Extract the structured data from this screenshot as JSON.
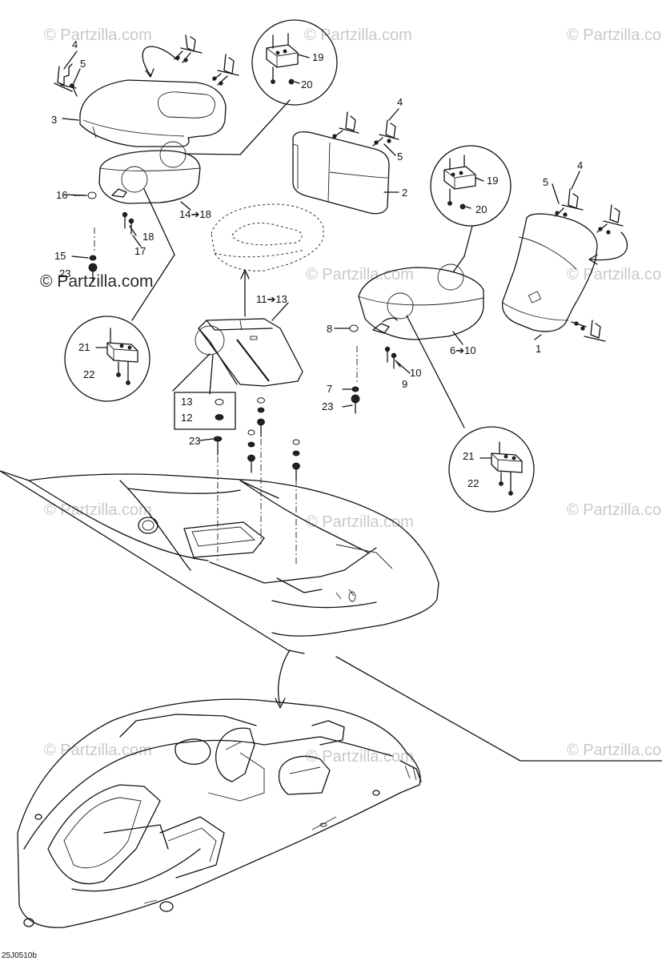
{
  "watermark": "© Partzilla.com",
  "drawing_code": "25J0510b",
  "callouts": {
    "c1": "1",
    "c2": "2",
    "c3": "3",
    "c4a": "4",
    "c4b": "4",
    "c4c": "4",
    "c5a": "5",
    "c5b": "5",
    "c5c": "5",
    "c6": "6➔10",
    "c7": "7",
    "c8": "8",
    "c9": "9",
    "c10": "10",
    "c11": "11➔13",
    "c12": "12",
    "c13": "13",
    "c14": "14➔18",
    "c15": "15",
    "c16": "16",
    "c17": "17",
    "c18": "18",
    "c19a": "19",
    "c19b": "19",
    "c20a": "20",
    "c20b": "20",
    "c21a": "21",
    "c21b": "21",
    "c22a": "22",
    "c22b": "22",
    "c23a": "23",
    "c23b": "23",
    "c23c": "23"
  }
}
